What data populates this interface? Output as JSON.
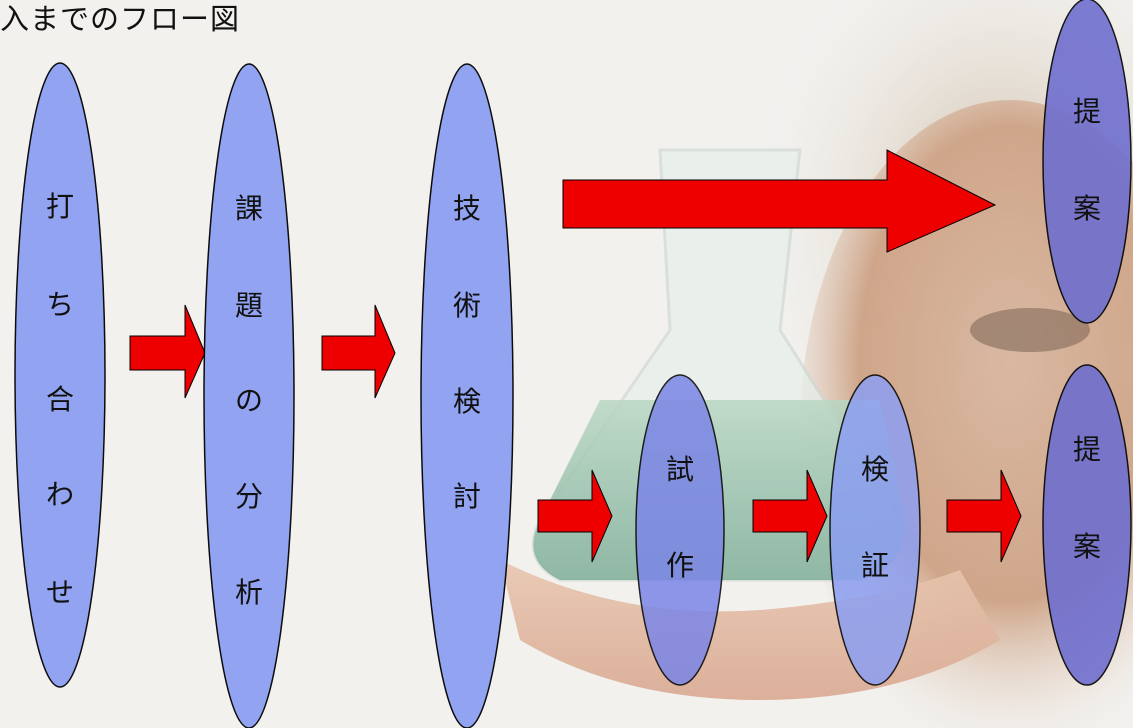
{
  "title": "入までのフロー図",
  "colors": {
    "ellipse_light": "#8c9ff2",
    "ellipse_dark": "#6f6fcf",
    "arrow": "#ee0000",
    "outline": "#000000"
  },
  "nodes": [
    {
      "id": "uchiawase",
      "chars": [
        "打",
        "ち",
        "合",
        "わ",
        "せ"
      ]
    },
    {
      "id": "kadai",
      "chars": [
        "課",
        "題",
        "の",
        "分",
        "析"
      ]
    },
    {
      "id": "gijutsu",
      "chars": [
        "技",
        "術",
        "検",
        "討"
      ]
    },
    {
      "id": "teian-top",
      "chars": [
        "提",
        "案"
      ]
    },
    {
      "id": "shisaku",
      "chars": [
        "試",
        "作"
      ]
    },
    {
      "id": "kensho",
      "chars": [
        "検",
        "証"
      ]
    },
    {
      "id": "teian-bottom",
      "chars": [
        "提",
        "案"
      ]
    }
  ],
  "edges": [
    {
      "from": "uchiawase",
      "to": "kadai"
    },
    {
      "from": "kadai",
      "to": "gijutsu"
    },
    {
      "from": "gijutsu",
      "to": "teian-top"
    },
    {
      "from": "gijutsu",
      "to": "shisaku"
    },
    {
      "from": "shisaku",
      "to": "kensho"
    },
    {
      "from": "kensho",
      "to": "teian-bottom"
    }
  ],
  "background": {
    "description_icon": "lab-flask-photo"
  }
}
